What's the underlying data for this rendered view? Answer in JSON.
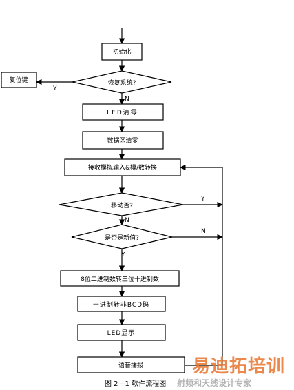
{
  "flowchart": {
    "init": "初始化",
    "reset_decision": "恢复系统?",
    "reset_key": "复位键",
    "led_clear": "LED清零",
    "data_clear": "数据区清零",
    "receive": "接收模拟输入&模/数转换",
    "move_decision": "移动否?",
    "new_value_decision": "是否是新值?",
    "convert_8bit": "8位二进制数转三位十进制数",
    "decimal_to_bcd": "十进制转非BCD码",
    "led_display": "LED显示",
    "voice": "语音播报",
    "labels": {
      "y": "Y",
      "n": "N"
    }
  },
  "caption": "图 2—1  软件流程图",
  "watermark": {
    "main": "易迪拓培训",
    "sub": "射频和天线设计专家"
  }
}
